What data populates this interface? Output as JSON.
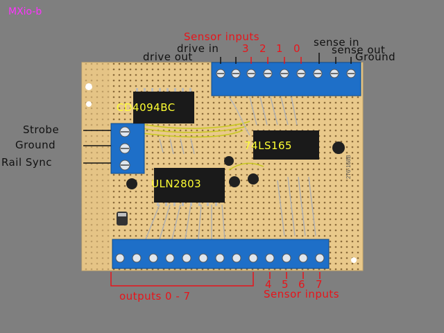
{
  "title": "MXio-b",
  "labels": {
    "sensor_inputs_top": "Sensor inputs",
    "drive_in": "drive in",
    "drive_out": "drive out",
    "n3": "3",
    "n2": "2",
    "n1": "1",
    "n0": "0",
    "sense_in": "sense in",
    "sense_out": "sense out",
    "ground_top": "Ground",
    "strobe": "Strobe",
    "ground_left": "Ground",
    "rail_sync": "Rail Sync",
    "outputs": "outputs 0 - 7",
    "n4": "4",
    "n5": "5",
    "n6": "6",
    "n7": "7",
    "sensor_inputs_bottom": "Sensor inputs"
  },
  "chips": {
    "cd4094": "CD4094BC",
    "ls165": "74LS165",
    "uln": "ULN2803"
  },
  "board_text": "276-168B",
  "colors": {
    "background": "#7f7f7f",
    "board": "#e8c88a",
    "terminal_blue": "#1e6fc8",
    "chip": "#1a1a1a",
    "label_red": "#e8141a",
    "label_yellow": "#ffff33",
    "title_magenta": "#ff33ff"
  }
}
